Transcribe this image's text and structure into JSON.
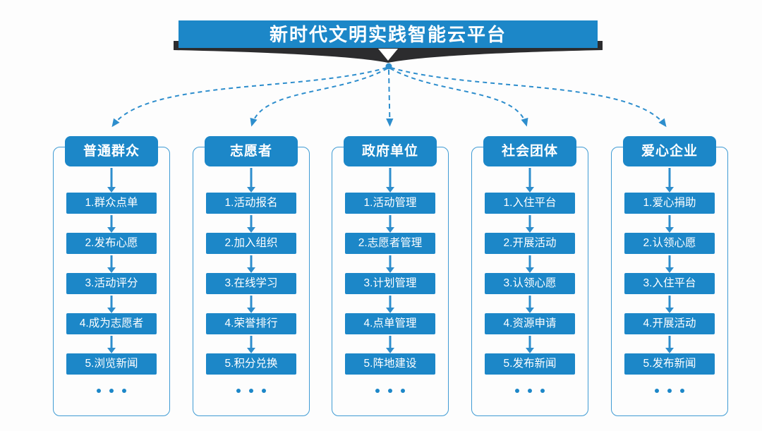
{
  "diagram": {
    "title": "新时代文明实践智能云平台",
    "ellipsis": "...",
    "colors": {
      "primary_blue": "#1c87c8",
      "connector_blue": "#2e8ecd",
      "outline_blue": "#3f9bd4",
      "ribbon_dark": "#2c2c2e",
      "background": "#fdfdfd",
      "text_on_blue": "#ffffff"
    },
    "columns": [
      {
        "title": "普通群众",
        "steps": [
          "1.群众点单",
          "2.发布心愿",
          "3.活动评分",
          "4.成为志愿者",
          "5.浏览新闻"
        ]
      },
      {
        "title": "志愿者",
        "steps": [
          "1.活动报名",
          "2.加入组织",
          "3.在线学习",
          "4.荣誉排行",
          "5.积分兑换"
        ]
      },
      {
        "title": "政府单位",
        "steps": [
          "1.活动管理",
          "2.志愿者管理",
          "3.计划管理",
          "4.点单管理",
          "5.阵地建设"
        ]
      },
      {
        "title": "社会团体",
        "steps": [
          "1.入住平台",
          "2.开展活动",
          "3.认领心愿",
          "4.资源申请",
          "5.发布新闻"
        ]
      },
      {
        "title": "爱心企业",
        "steps": [
          "1.爱心捐助",
          "2.认领心愿",
          "3.入住平台",
          "4.开展活动",
          "5.发布新闻"
        ]
      }
    ]
  }
}
